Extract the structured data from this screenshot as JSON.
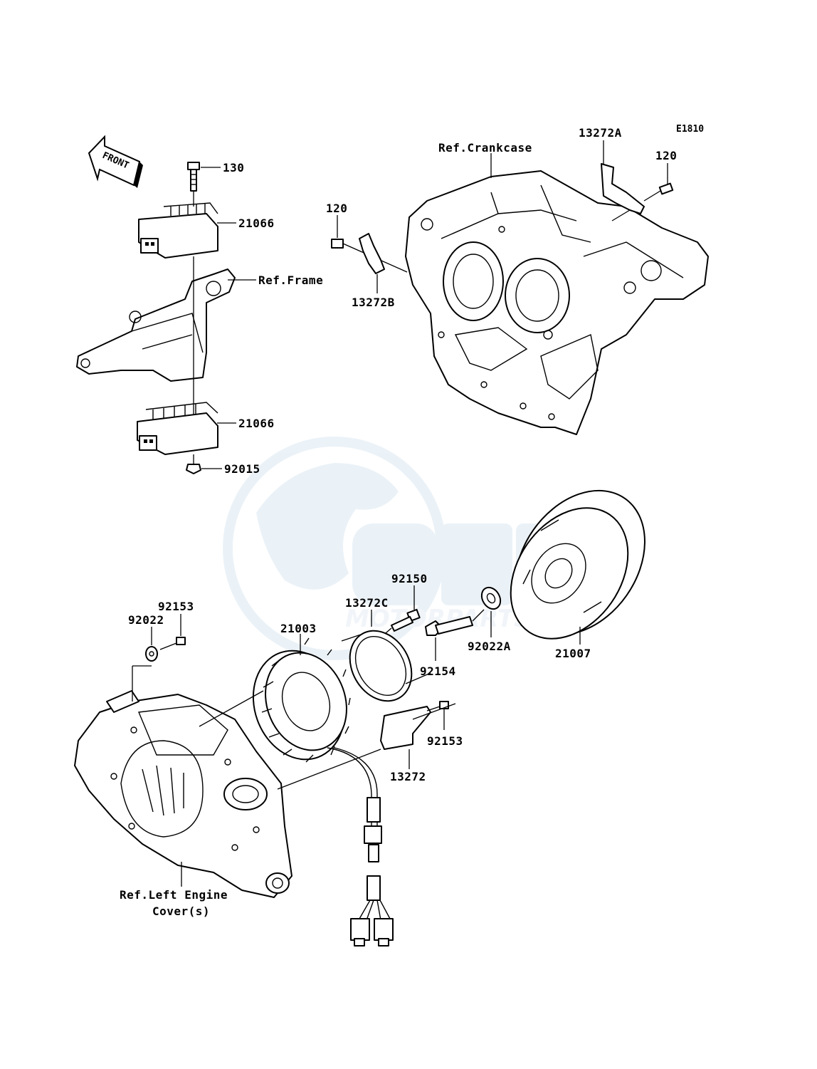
{
  "diagram_code": "E1810",
  "front_label": "FRONT",
  "watermark": {
    "brand": "OEM",
    "sub": "MOTORPARTS"
  },
  "labels": {
    "p130": "130",
    "p21066_top": "21066",
    "ref_frame": "Ref.Frame",
    "p21066_bottom": "21066",
    "p92015": "92015",
    "ref_crankcase": "Ref.Crankcase",
    "p13272A": "13272A",
    "p120_right": "120",
    "p120_left": "120",
    "p13272B": "13272B",
    "p92150": "92150",
    "p13272C": "13272C",
    "p21003": "21003",
    "p92153_top": "92153",
    "p92022": "92022",
    "p92154": "92154",
    "p92022A": "92022A",
    "p21007": "21007",
    "p92153_bottom": "92153",
    "p13272": "13272",
    "ref_left_cover_line1": "Ref.Left Engine",
    "ref_left_cover_line2": "Cover(s)"
  }
}
